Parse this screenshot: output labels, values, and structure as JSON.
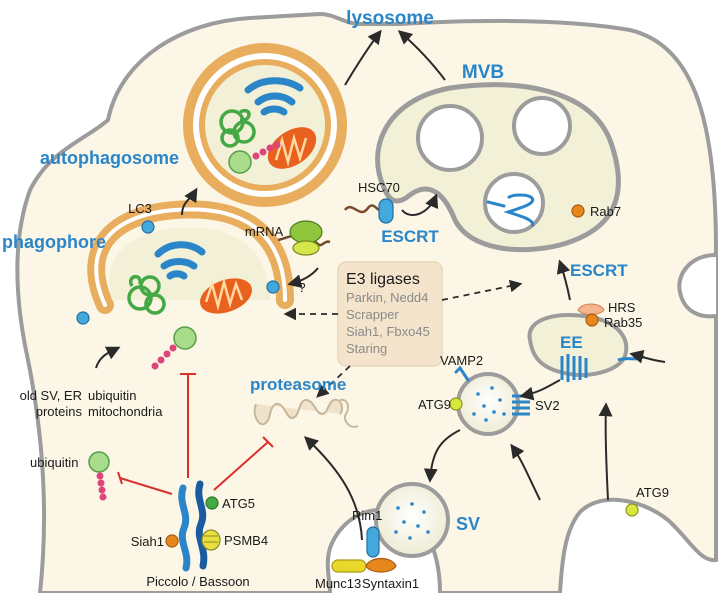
{
  "labels": {
    "lysosome": "lysosome",
    "mvb": "MVB",
    "autophagosome": "autophagosome",
    "phagophore": "phagophore",
    "escrt_center": "ESCRT",
    "escrt_right": "ESCRT",
    "ee": "EE",
    "proteasome": "proteasome",
    "sv": "SV"
  },
  "proteins": {
    "lc3": "LC3",
    "hsc70": "HSC70",
    "mrna": "mRNA",
    "question": "?",
    "rab7": "Rab7",
    "hrs": "HRS",
    "rab35": "Rab35",
    "vamp2": "VAMP2",
    "atg9_sv": "ATG9",
    "sv2": "SV2",
    "atg9_membrane": "ATG9",
    "atg5": "ATG5",
    "psmb4": "PSMB4",
    "siah1": "Siah1",
    "rim1": "Rim1",
    "munc13": "Munc13",
    "syntaxin1": "Syntaxin1",
    "piccolo_bassoon": "Piccolo / Bassoon",
    "ubiquitin": "ubiquitin"
  },
  "cargo": {
    "left_line1": "old SV, ER",
    "left_line2": "proteins",
    "right_line1": "ubiquitin",
    "right_line2": "mitochondria"
  },
  "e3_box": {
    "title": "E3 ligases",
    "items": [
      "Parkin, Nedd4",
      "Scrapper",
      "Siah1, Fbxo45",
      "Staring"
    ]
  },
  "colors": {
    "cytoplasm": "#fbf6e6",
    "membrane": "#9c9c9c",
    "autophagosome_ring": "#e8ae5d",
    "organelle_blue": "#2a86c8",
    "mito_orange": "#e8611e",
    "er_green": "#44a844",
    "ubiquitin_green": "#a9dc8a",
    "ubiquitin_pink": "#e0457a",
    "inhibition_red": "#d9302c",
    "vesicle_fill": "#f2f0d6",
    "e3_box_fill": "#f4e4cc"
  }
}
